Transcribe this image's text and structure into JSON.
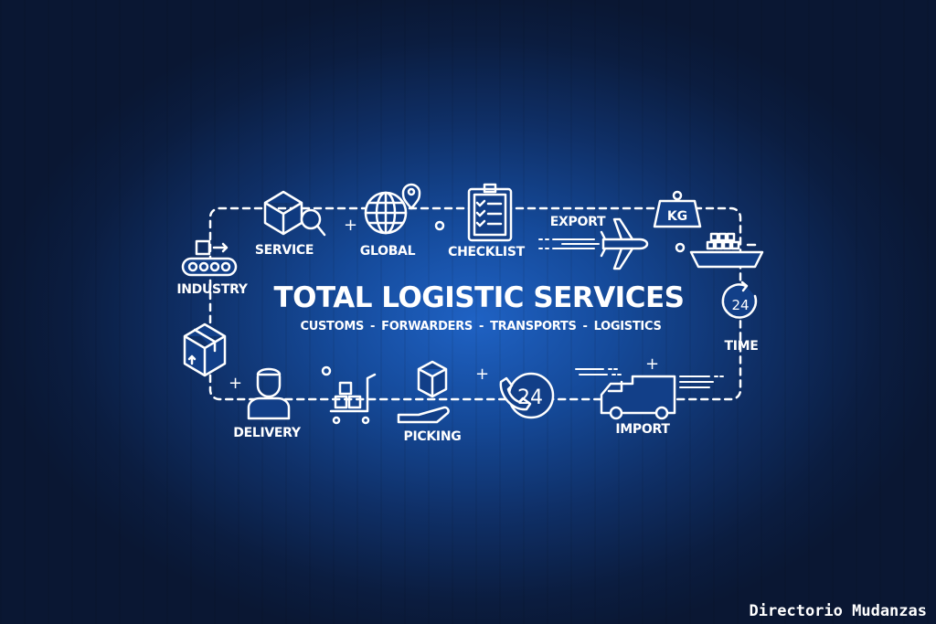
{
  "title": "TOTAL LOGISTIC SERVICES",
  "subtitle": [
    "CUSTOMS",
    "FORWARDERS",
    "TRANSPORTS",
    "LOGISTICS"
  ],
  "subtitle_separator": "-",
  "labels": {
    "service": "SERVICE",
    "global": "GLOBAL",
    "checklist": "CHECKLIST",
    "export": "EXPORT",
    "industry": "INDUSTRY",
    "time": "TIME",
    "delivery": "DELIVERY",
    "picking": "PICKING",
    "import": "IMPORT"
  },
  "icon_text": {
    "kg": "KG",
    "clock": "24",
    "phone": "24"
  },
  "watermark": "Directorio Mudanzas",
  "colors": {
    "line": "#ffffff",
    "bg_center": "#1f62c4",
    "bg_edge": "#0a1733"
  }
}
